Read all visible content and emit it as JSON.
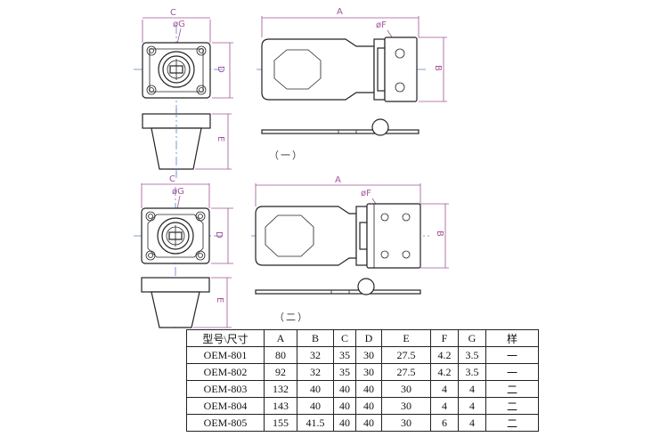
{
  "labels": {
    "C": "C",
    "G": "øG",
    "D": "D",
    "E": "E",
    "A": "A",
    "F": "øF",
    "B": "B"
  },
  "captions": {
    "first": "（一）",
    "second": "（二）"
  },
  "table": {
    "headers": [
      "型号\\尺寸",
      "A",
      "B",
      "C",
      "D",
      "E",
      "F",
      "G",
      "样"
    ],
    "rows": [
      [
        "OEM-801",
        "80",
        "32",
        "35",
        "30",
        "27.5",
        "4.2",
        "3.5",
        "一"
      ],
      [
        "OEM-802",
        "92",
        "32",
        "35",
        "30",
        "27.5",
        "4.2",
        "3.5",
        "一"
      ],
      [
        "OEM-803",
        "132",
        "40",
        "40",
        "40",
        "30",
        "4",
        "4",
        "二"
      ],
      [
        "OEM-804",
        "143",
        "40",
        "40",
        "40",
        "30",
        "4",
        "4",
        "二"
      ],
      [
        "OEM-805",
        "155",
        "41.5",
        "40",
        "40",
        "30",
        "6",
        "4",
        "二"
      ]
    ]
  }
}
